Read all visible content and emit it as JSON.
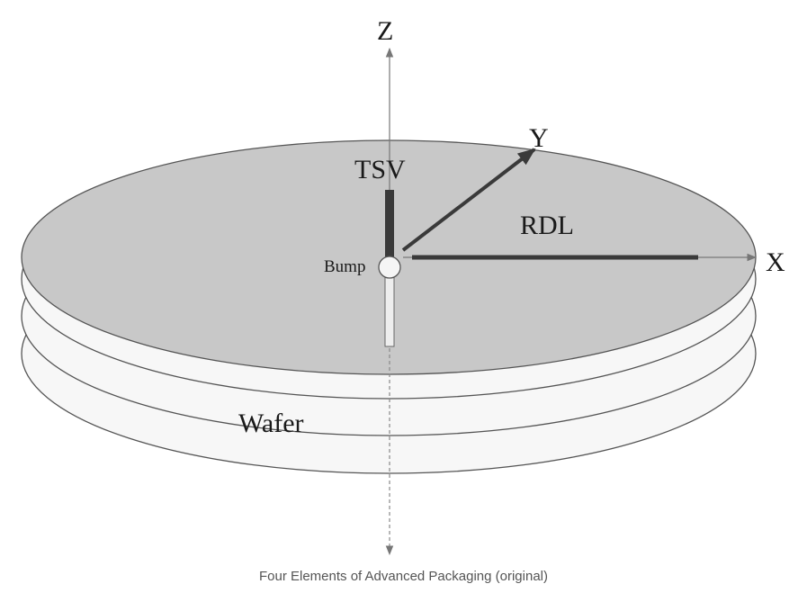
{
  "labels": {
    "z_axis": "Z",
    "y_axis": "Y",
    "x_axis": "X",
    "tsv": "TSV",
    "rdl": "RDL",
    "bump": "Bump",
    "wafer": "Wafer"
  },
  "caption": "Four Elements of Advanced Packaging (original)",
  "colors": {
    "top_wafer_fill": "#c8c8c8",
    "lower_wafer_fill": "#f7f7f7",
    "outline": "#555555",
    "conductor": "#3a3a3a",
    "axis": "#777777",
    "text": "#1a1a1a"
  }
}
